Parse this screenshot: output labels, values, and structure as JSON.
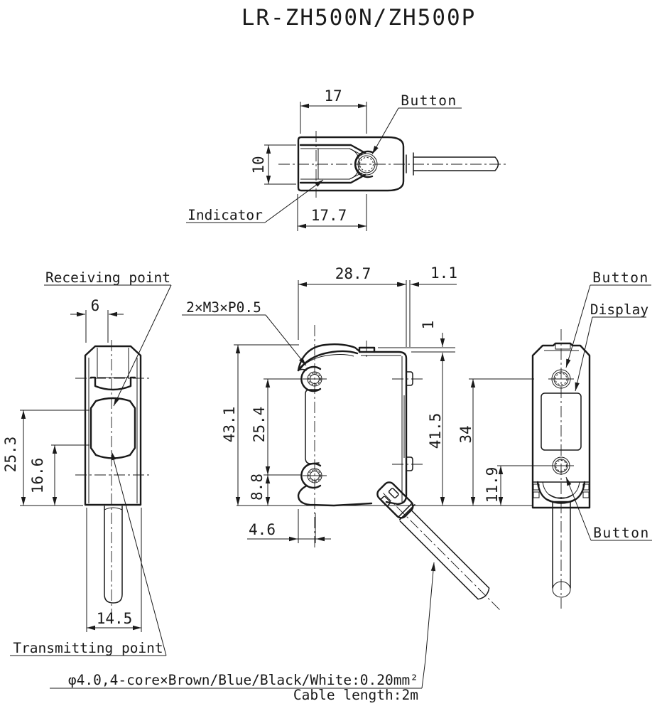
{
  "title": "LR-ZH500N/ZH500P",
  "top_view": {
    "dim_width_top": "17",
    "dim_height": "10",
    "dim_width_bottom": "17.7",
    "button_label": "Button",
    "indicator_label": "Indicator"
  },
  "left_view": {
    "receiving_label": "Receiving point",
    "transmitting_label": "Transmitting point",
    "dim_lens_offset": "6",
    "dim_receiving_height": "25.3",
    "dim_transmitting_height": "16.6",
    "dim_body_width": "14.5"
  },
  "front_view": {
    "screw_label": "2×M3×P0.5",
    "dim_body_width": "28.7",
    "dim_tab_offset": "1.1",
    "dim_tab_height": "1",
    "dim_total_height": "43.1",
    "dim_hole_pitch": "25.4",
    "dim_hole_bottom": "8.8",
    "dim_hole_side": "4.6",
    "dim_side_height": "41.5"
  },
  "right_view": {
    "button_top_label": "Button",
    "display_label": "Display",
    "button_bottom_label": "Button",
    "dim_button_height": "34",
    "dim_button_bottom_height": "11.9"
  },
  "cable_note": {
    "spec": "φ4.0,4-core×Brown/Blue/Black/White:0.20mm²",
    "length": "Cable length:2m"
  },
  "colors": {
    "line": "#1a1a1a",
    "background": "#ffffff"
  }
}
